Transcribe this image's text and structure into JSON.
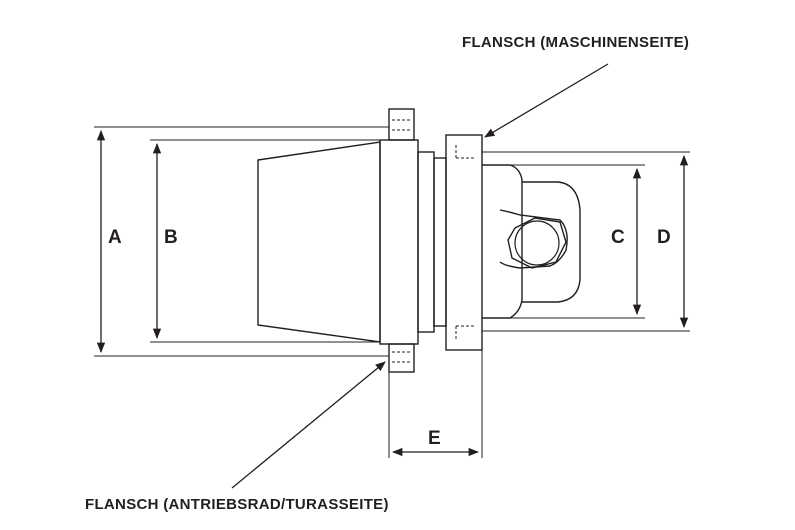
{
  "diagram": {
    "callouts": {
      "machine_side": "FLANSCH (MASCHINENSEITE)",
      "drive_side": "FLANSCH (ANTRIEBSRAD/TURASSEITE)"
    },
    "dimensions": {
      "a": "A",
      "b": "B",
      "c": "C",
      "d": "D",
      "e": "E"
    },
    "colors": {
      "line": "#231f20",
      "background": "#ffffff"
    }
  }
}
